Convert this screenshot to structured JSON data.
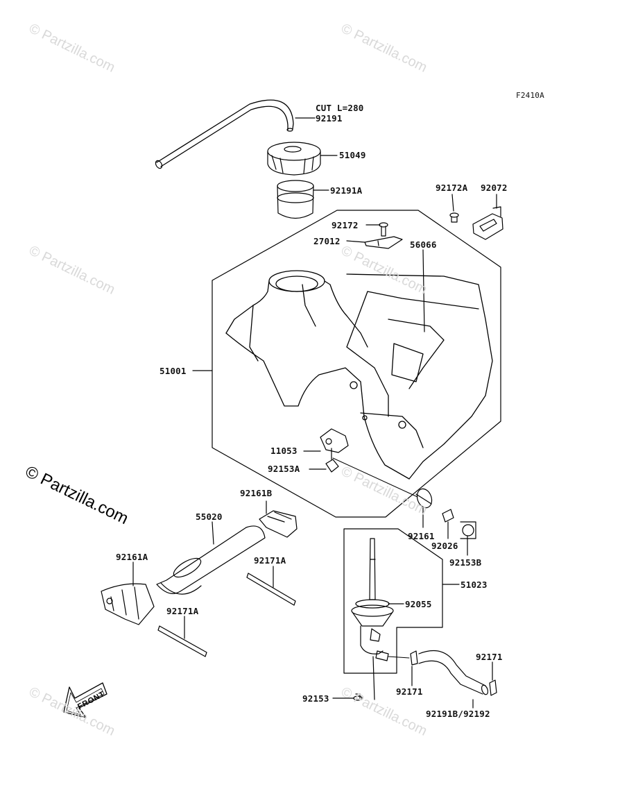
{
  "diagram": {
    "code": "F2410A",
    "note": "CUT L=280",
    "parts": [
      {
        "id": "p_92191",
        "label": "92191"
      },
      {
        "id": "p_51049",
        "label": "51049"
      },
      {
        "id": "p_92191A",
        "label": "92191A"
      },
      {
        "id": "p_92172A",
        "label": "92172A"
      },
      {
        "id": "p_92072",
        "label": "92072"
      },
      {
        "id": "p_92172",
        "label": "92172"
      },
      {
        "id": "p_27012",
        "label": "27012"
      },
      {
        "id": "p_56066",
        "label": "56066"
      },
      {
        "id": "p_51001",
        "label": "51001"
      },
      {
        "id": "p_11053",
        "label": "11053"
      },
      {
        "id": "p_92153A",
        "label": "92153A"
      },
      {
        "id": "p_92161B",
        "label": "92161B"
      },
      {
        "id": "p_55020",
        "label": "55020"
      },
      {
        "id": "p_92161",
        "label": "92161"
      },
      {
        "id": "p_92026",
        "label": "92026"
      },
      {
        "id": "p_92153B",
        "label": "92153B"
      },
      {
        "id": "p_92161A",
        "label": "92161A"
      },
      {
        "id": "p_92171A_1",
        "label": "92171A"
      },
      {
        "id": "p_51023",
        "label": "51023"
      },
      {
        "id": "p_92055",
        "label": "92055"
      },
      {
        "id": "p_92171A_2",
        "label": "92171A"
      },
      {
        "id": "p_92171_1",
        "label": "92171"
      },
      {
        "id": "p_92171_2",
        "label": "92171"
      },
      {
        "id": "p_92153",
        "label": "92153"
      },
      {
        "id": "p_92191B",
        "label": "92191B/92192"
      }
    ],
    "front_arrow": "FRONT"
  },
  "watermark": {
    "text": "© Partzilla.com",
    "brand": "© Partzilla.com"
  },
  "colors": {
    "line": "#000000",
    "watermark": "#d9d9d9",
    "background": "#ffffff"
  }
}
